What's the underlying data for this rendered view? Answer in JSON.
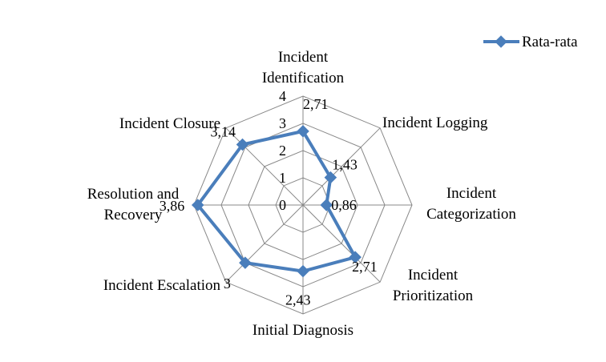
{
  "chart_data": {
    "type": "radar",
    "categories": [
      "Incident Identification",
      "Incident Logging",
      "Incident Categorization",
      "Incident Prioritization",
      "Initial Diagnosis",
      "Incident Escalation",
      "Resolution and Recovery",
      "Incident Closure"
    ],
    "series": [
      {
        "name": "Rata-rata",
        "values": [
          2.71,
          1.43,
          0.86,
          2.71,
          2.43,
          3,
          3.86,
          3.14
        ],
        "value_labels": [
          "2,71",
          "1,43",
          "0,86",
          "2,71",
          "2,43",
          "3",
          "3,86",
          "3,14"
        ],
        "color": "#4a7ebb"
      }
    ],
    "rlim": [
      0,
      4
    ],
    "ticks": [
      "0",
      "1",
      "2",
      "3",
      "4"
    ],
    "grid": true,
    "legend": "top-right",
    "gridline_color": "#888888"
  }
}
